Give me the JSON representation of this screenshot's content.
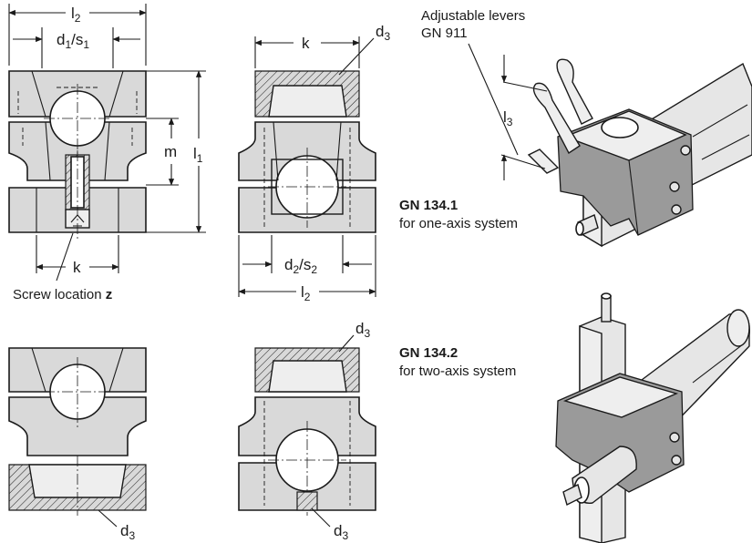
{
  "labels": {
    "l2_top": "l",
    "l2_top_sub": "2",
    "d1s1": "d",
    "d1s1_sub1": "1",
    "d1s1_mid": "/s",
    "d1s1_sub2": "1",
    "k_top_mid": "k",
    "d3_top": "d",
    "d3_top_sub": "3",
    "m": "m",
    "l1": "l",
    "l1_sub": "1",
    "k_left_bottom": "k",
    "d2s2": "d",
    "d2s2_sub1": "2",
    "d2s2_mid": "/s",
    "d2s2_sub2": "2",
    "l2_mid": "l",
    "l2_mid_sub": "2",
    "screw_location_text": "Screw location ",
    "screw_location_bold": "z",
    "d3_mid2": "d",
    "d3_mid2_sub": "3",
    "d3_bottom_left": "d",
    "d3_bottom_left_sub": "3",
    "d3_bottom_mid": "d",
    "d3_bottom_mid_sub": "3",
    "l3": "l",
    "l3_sub": "3",
    "adjustable_levers_1": "Adjustable levers",
    "adjustable_levers_2": "GN 911",
    "gn1341_title": "GN 134.1",
    "gn1341_desc": "for one-axis system",
    "gn1342_title": "GN 134.2",
    "gn1342_desc": "for two-axis system"
  }
}
